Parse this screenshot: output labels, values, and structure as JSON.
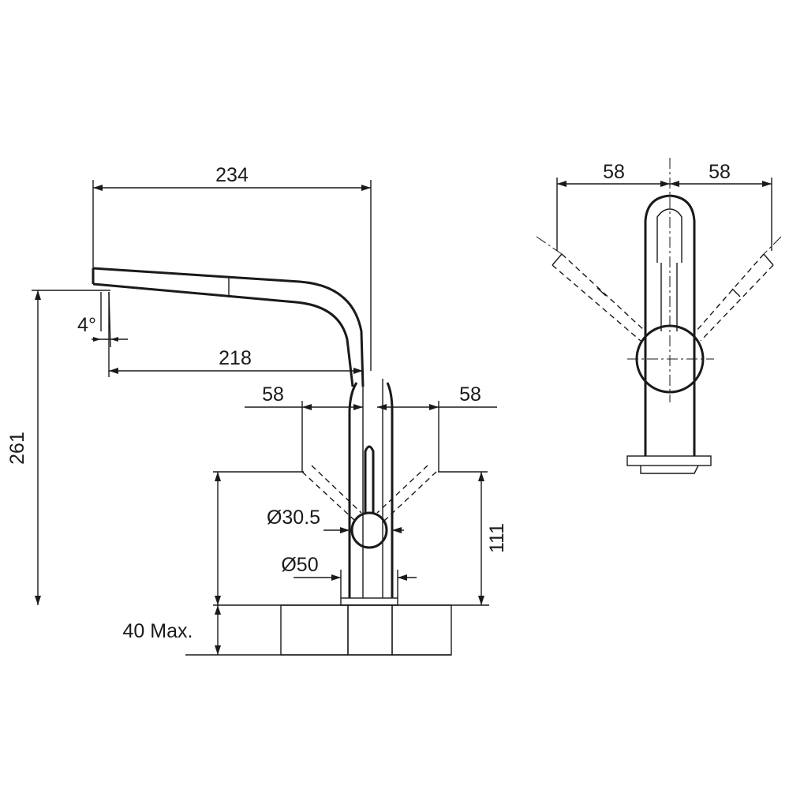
{
  "dimensions": {
    "spout_reach": "234",
    "outlet_reach": "218",
    "spout_angle": "4°",
    "total_height": "261",
    "lever_swing_left": "58",
    "lever_swing_right": "58",
    "lever_height": "111",
    "body_diameter": "Ø30.5",
    "base_diameter": "Ø50",
    "max_counter_thickness": "40 Max.",
    "side_swing_left": "58",
    "side_swing_right": "58"
  },
  "colors": {
    "line": "#1a1a1a",
    "background": "#ffffff"
  }
}
